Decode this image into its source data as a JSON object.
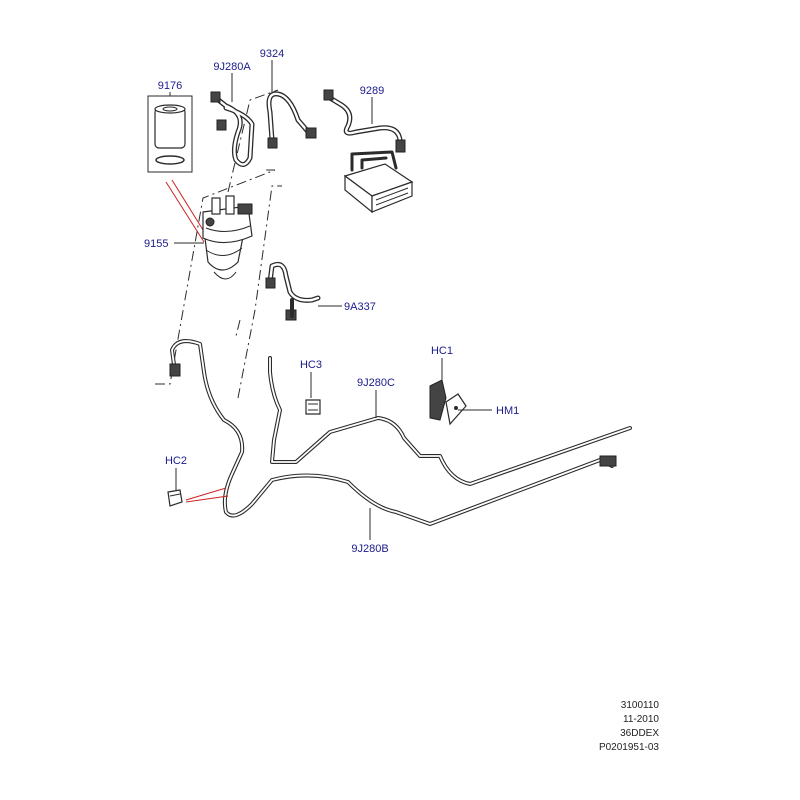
{
  "labels": {
    "p9176": "9176",
    "p9J280A": "9J280A",
    "p9324": "9324",
    "p9289": "9289",
    "p9155": "9155",
    "p9A337": "9A337",
    "pHC1": "HC1",
    "pHC3": "HC3",
    "p9J280C": "9J280C",
    "pHM1": "HM1",
    "pHC2": "HC2",
    "p9J280B": "9J280B"
  },
  "info": {
    "line1": "3100110",
    "line2": "11-2010",
    "line3": "36DDEX",
    "line4": "P0201951-03"
  },
  "colors": {
    "label": "#1a1a8c",
    "line": "#2b2b2b",
    "highlight": "#cc2222"
  }
}
